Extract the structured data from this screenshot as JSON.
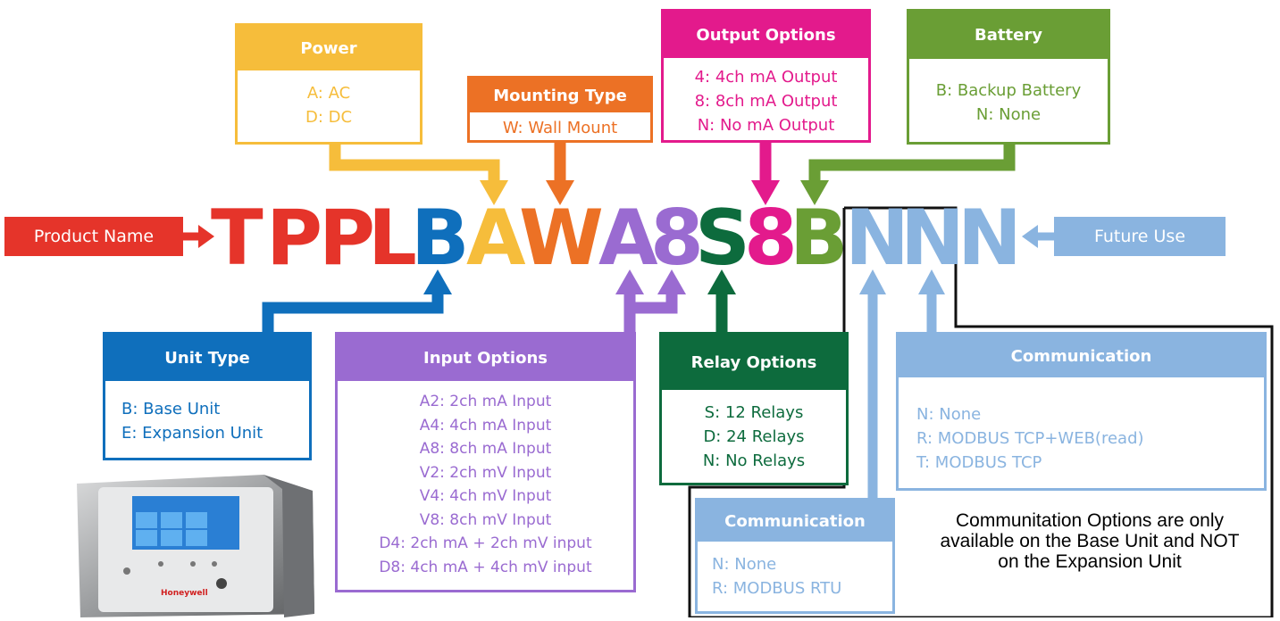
{
  "colors": {
    "power": "#f6bd3b",
    "mounting": "#ec7125",
    "output": "#e31a8c",
    "battery": "#6a9e35",
    "product": "#e5342a",
    "unit_type": "#0f6fbc",
    "input": "#9a6bd1",
    "relay": "#0d6b3d",
    "comm": "#8ab4e0",
    "future": "#8ab4e0"
  },
  "code": {
    "chars": [
      "T",
      "P",
      "P",
      "L",
      "B",
      "A",
      "W",
      "A",
      "8",
      "S",
      "8",
      "B",
      "N",
      "N",
      "N"
    ]
  },
  "product_name": {
    "label": "Product Name"
  },
  "future_use": {
    "label": "Future Use"
  },
  "power": {
    "title": "Power",
    "items": [
      "A: AC",
      "D: DC"
    ]
  },
  "mounting_type": {
    "title": "Mounting Type",
    "items": [
      "W: Wall Mount"
    ]
  },
  "output_options": {
    "title": "Output Options",
    "items": [
      "4: 4ch mA Output",
      "8: 8ch mA Output",
      "N: No mA Output"
    ]
  },
  "battery": {
    "title": "Battery",
    "items": [
      "B: Backup Battery",
      "N: None"
    ]
  },
  "unit_type": {
    "title": "Unit Type",
    "items": [
      "B: Base Unit",
      "E: Expansion Unit"
    ]
  },
  "input_options": {
    "title": "Input Options",
    "items": [
      "A2: 2ch mA Input",
      "A4: 4ch mA Input",
      "A8: 8ch mA Input",
      "V2: 2ch mV Input",
      "V4: 4ch mV Input",
      "V8: 8ch mV Input",
      "D4: 2ch mA + 2ch mV input",
      "D8: 4ch mA + 4ch mV input"
    ]
  },
  "relay_options": {
    "title": "Relay Options",
    "items": [
      "S: 12 Relays",
      "D: 24 Relays",
      "N: No Relays"
    ]
  },
  "communication_a": {
    "title": "Communication",
    "items": [
      "N: None",
      "R: MODBUS TCP+WEB(read)",
      "T: MODBUS TCP"
    ]
  },
  "communication_b": {
    "title": "Communication",
    "items": [
      "N: None",
      "R: MODBUS RTU"
    ]
  },
  "note": {
    "text": "Communitation Options are only available on the Base Unit and NOT on the Expansion Unit"
  },
  "device": {
    "brand": "Honeywell"
  }
}
